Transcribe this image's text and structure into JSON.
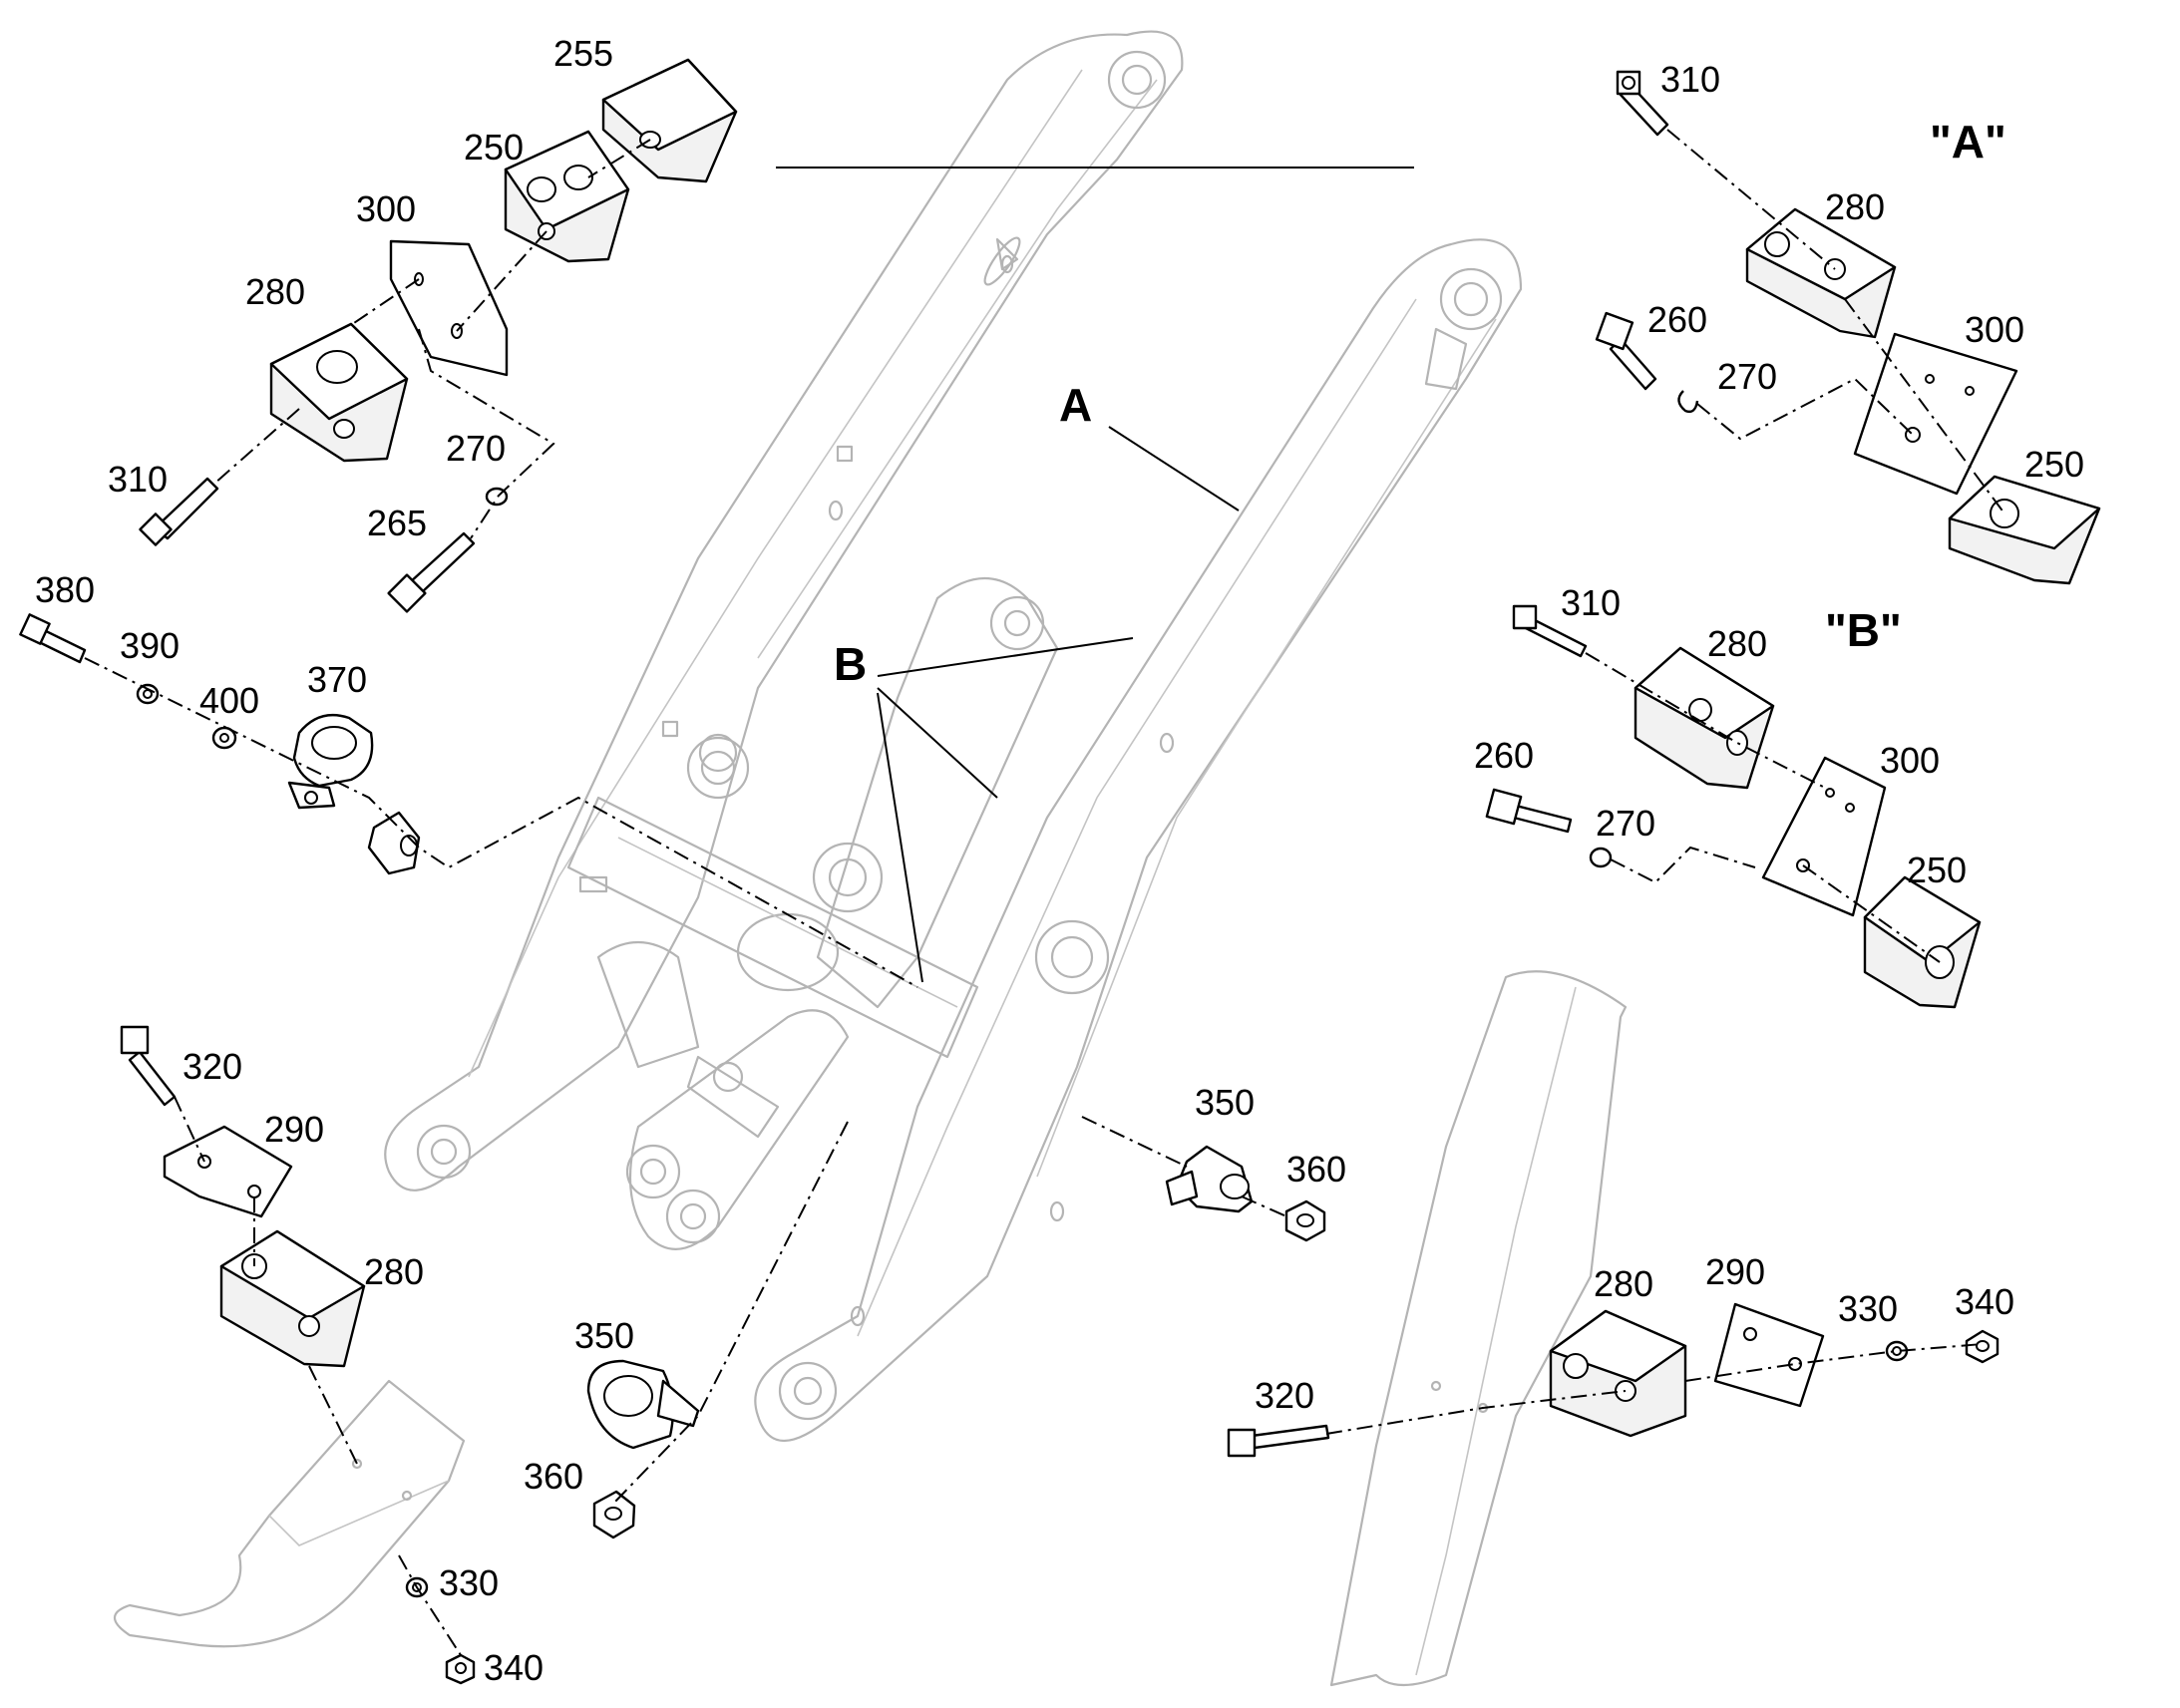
{
  "views": {
    "A": {
      "title": "\"A\"",
      "parts": [
        "310",
        "280",
        "260",
        "270",
        "300",
        "250"
      ]
    },
    "B": {
      "title": "\"B\"",
      "parts": [
        "310",
        "280",
        "260",
        "270",
        "300",
        "250"
      ]
    }
  },
  "reference_letters": {
    "A": "A",
    "B": "B"
  },
  "callouts": {
    "c255": "255",
    "c250a": "250",
    "c300a": "300",
    "c280a": "280",
    "c310a": "310",
    "c270a": "270",
    "c265": "265",
    "c380": "380",
    "c390": "390",
    "c400": "400",
    "c370": "370",
    "c310b": "310",
    "c280b": "280",
    "c260b": "260",
    "c270b": "270",
    "c300b": "300",
    "c250b": "250",
    "c310c": "310",
    "c280c": "280",
    "c260c": "260",
    "c270c": "270",
    "c300c": "300",
    "c250c": "250",
    "c320a": "320",
    "c290a": "290",
    "c280d": "280",
    "c330a": "330",
    "c340a": "340",
    "c350a": "350",
    "c360a": "360",
    "c350b": "350",
    "c360b": "360",
    "c280e": "280",
    "c290b": "290",
    "c330b": "330",
    "c340b": "340",
    "c320b": "320"
  }
}
